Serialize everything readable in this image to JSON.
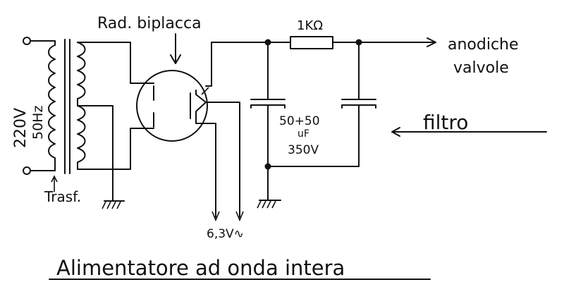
{
  "diagram": {
    "title": "Alimentatore ad onda intera",
    "labels": {
      "mains_voltage": "220V",
      "mains_freq": "50Hz",
      "transformer": "Trasf.",
      "tube": "Rad. biplacca",
      "resistor": "1KΩ",
      "output_line1": "anodiche",
      "output_line2": "valvole",
      "cap_value": "50+50",
      "cap_unit": "uF",
      "cap_voltage": "350V",
      "heater": "6,3V∿",
      "filter": "filtro"
    }
  }
}
